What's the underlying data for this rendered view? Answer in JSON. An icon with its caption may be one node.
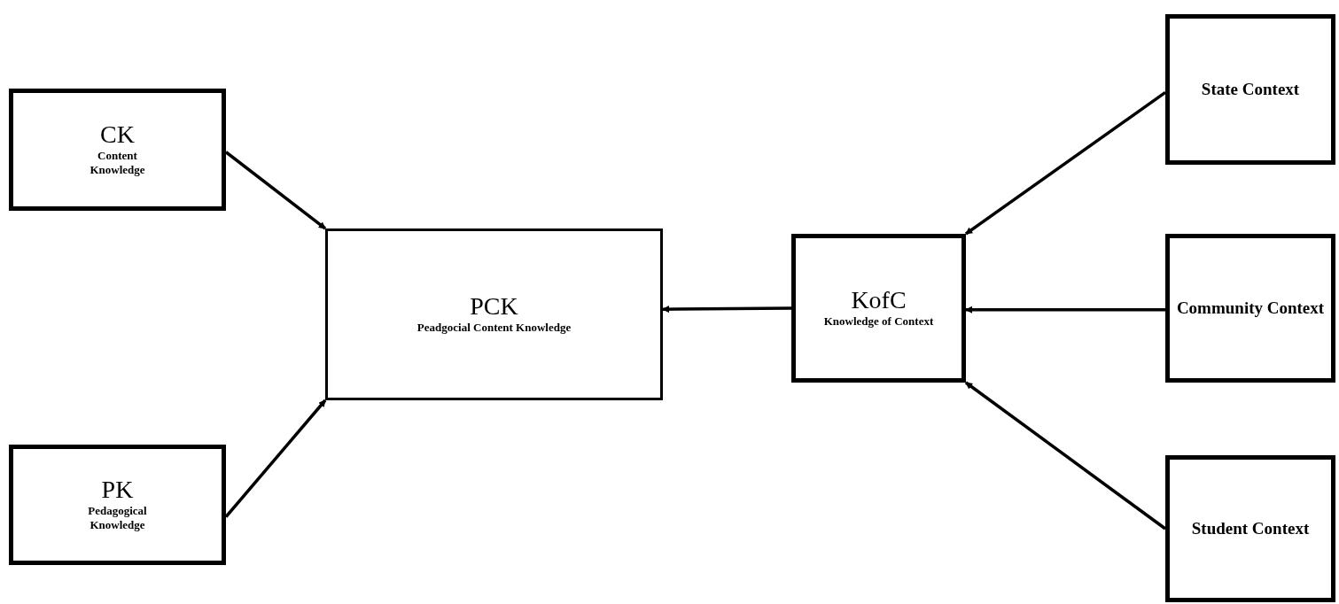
{
  "diagram": {
    "nodes": [
      {
        "text": [
          "CK",
          "Content Knowledge"
        ]
      },
      {
        "text": [
          "PK",
          "Pedagogical Knowledge"
        ]
      },
      {
        "text": [
          "PCK",
          "Peadgocial Content Knowledge"
        ]
      },
      {
        "text": [
          "KofC",
          "Knowledge of Context"
        ]
      },
      {
        "text": [
          "State Context"
        ]
      },
      {
        "text": [
          "Community Context"
        ]
      },
      {
        "text": [
          "Student Context"
        ]
      }
    ],
    "edges": [
      {
        "from": 0,
        "to": 2,
        "arrow": "to"
      },
      {
        "from": 1,
        "to": 2,
        "arrow": "to"
      },
      {
        "from": 3,
        "to": 2,
        "arrow": "to"
      },
      {
        "from": 4,
        "to": 3,
        "arrow": "to"
      },
      {
        "from": 5,
        "to": 3,
        "arrow": "to"
      },
      {
        "from": 6,
        "to": 3,
        "arrow": "to"
      }
    ]
  }
}
